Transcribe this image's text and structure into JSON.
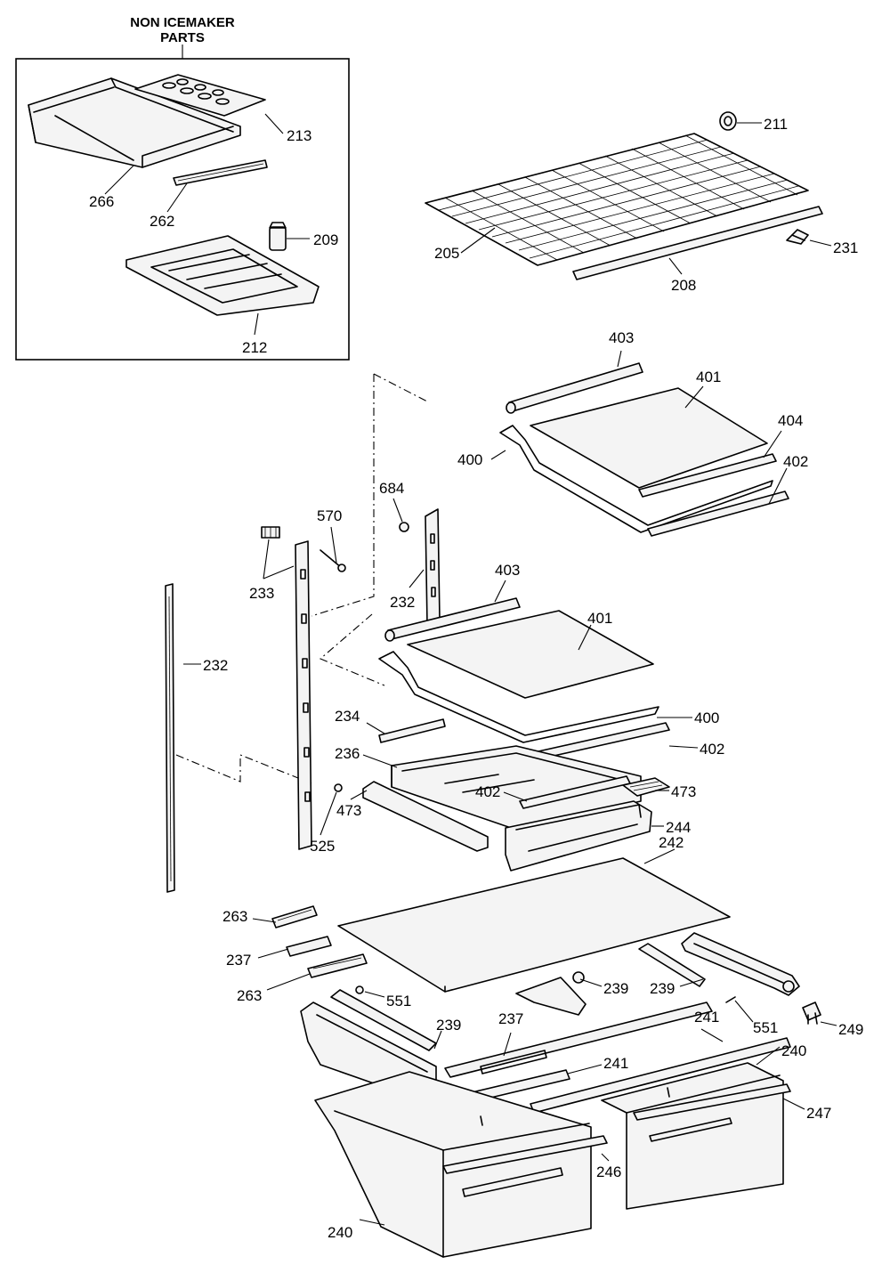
{
  "diagram": {
    "inset_title_line1": "NON ICEMAKER",
    "inset_title_line2": "PARTS",
    "part_labels": {
      "p213": "213",
      "p266": "266",
      "p262": "262",
      "p209": "209",
      "p212": "212",
      "p211": "211",
      "p205": "205",
      "p208": "208",
      "p231": "231",
      "p403a": "403",
      "p401a": "401",
      "p404": "404",
      "p400a": "400",
      "p402a": "402",
      "p684": "684",
      "p570": "570",
      "p233": "233",
      "p232a": "232",
      "p232b": "232",
      "p403b": "403",
      "p401b": "401",
      "p400b": "400",
      "p234": "234",
      "p402b": "402",
      "p236": "236",
      "p402c": "402",
      "p473a": "473",
      "p473b": "473",
      "p244": "244",
      "p525": "525",
      "p242": "242",
      "p263a": "263",
      "p237a": "237",
      "p263b": "263",
      "p551a": "551",
      "p239a": "239",
      "p239b": "239",
      "p249": "249",
      "p551b": "551",
      "p239c": "239",
      "p237b": "237",
      "p241a": "241",
      "p241b": "241",
      "p240a": "240",
      "p247": "247",
      "p246": "246",
      "p240b": "240"
    }
  }
}
